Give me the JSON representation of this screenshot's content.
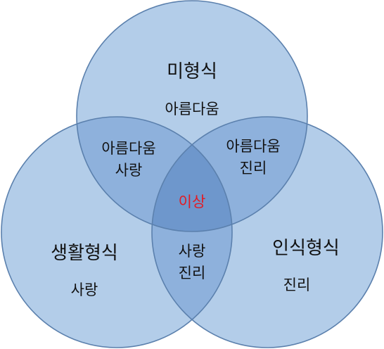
{
  "diagram": {
    "colors": {
      "fill": "#b3cde9",
      "stroke": "#5b80ad",
      "overlap_two": "#8eb1dc",
      "overlap_three": "#6e97cc",
      "ideal_text": "#e31b23"
    },
    "sets": {
      "top": {
        "title": "미형식",
        "value": "아름다움"
      },
      "left": {
        "title": "생활형식",
        "value": "사랑"
      },
      "right": {
        "title": "인식형식",
        "value": "진리"
      }
    },
    "intersections": {
      "top_left": [
        "아름다움",
        "사랑"
      ],
      "top_right": [
        "아름다움",
        "진리"
      ],
      "left_right": [
        "사랑",
        "진리"
      ],
      "center": "이상"
    }
  }
}
